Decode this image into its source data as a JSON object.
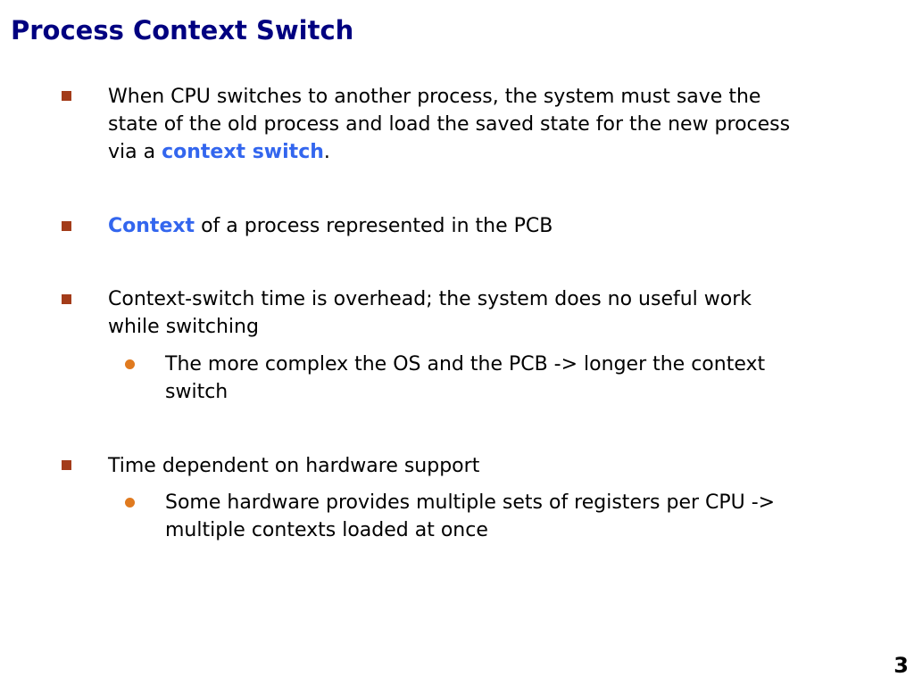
{
  "slide": {
    "title": "Process Context Switch",
    "page_number": "3"
  },
  "bullets": [
    {
      "line1": "When CPU switches to another process, the system must save the",
      "line2": "state of the old process and load the saved state for the new process",
      "line3_prefix": "via a ",
      "line3_highlight": "context switch",
      "line3_suffix": "."
    },
    {
      "highlight": "Context",
      "rest": " of a process represented in the PCB"
    },
    {
      "line1": "Context-switch time is overhead; the system does no useful work",
      "line2": "while switching",
      "sub": {
        "line1": "The more complex the OS and the PCB -> longer the context",
        "line2": "switch"
      }
    },
    {
      "line1": "Time dependent on hardware support",
      "sub": {
        "line1": "Some hardware provides multiple sets of registers per CPU ->",
        "line2": "multiple contexts loaded at once"
      }
    }
  ],
  "colors": {
    "title": "#000080",
    "highlight": "#3366ee",
    "square_marker": "#a33c1a",
    "dot_marker": "#e07a1f"
  }
}
